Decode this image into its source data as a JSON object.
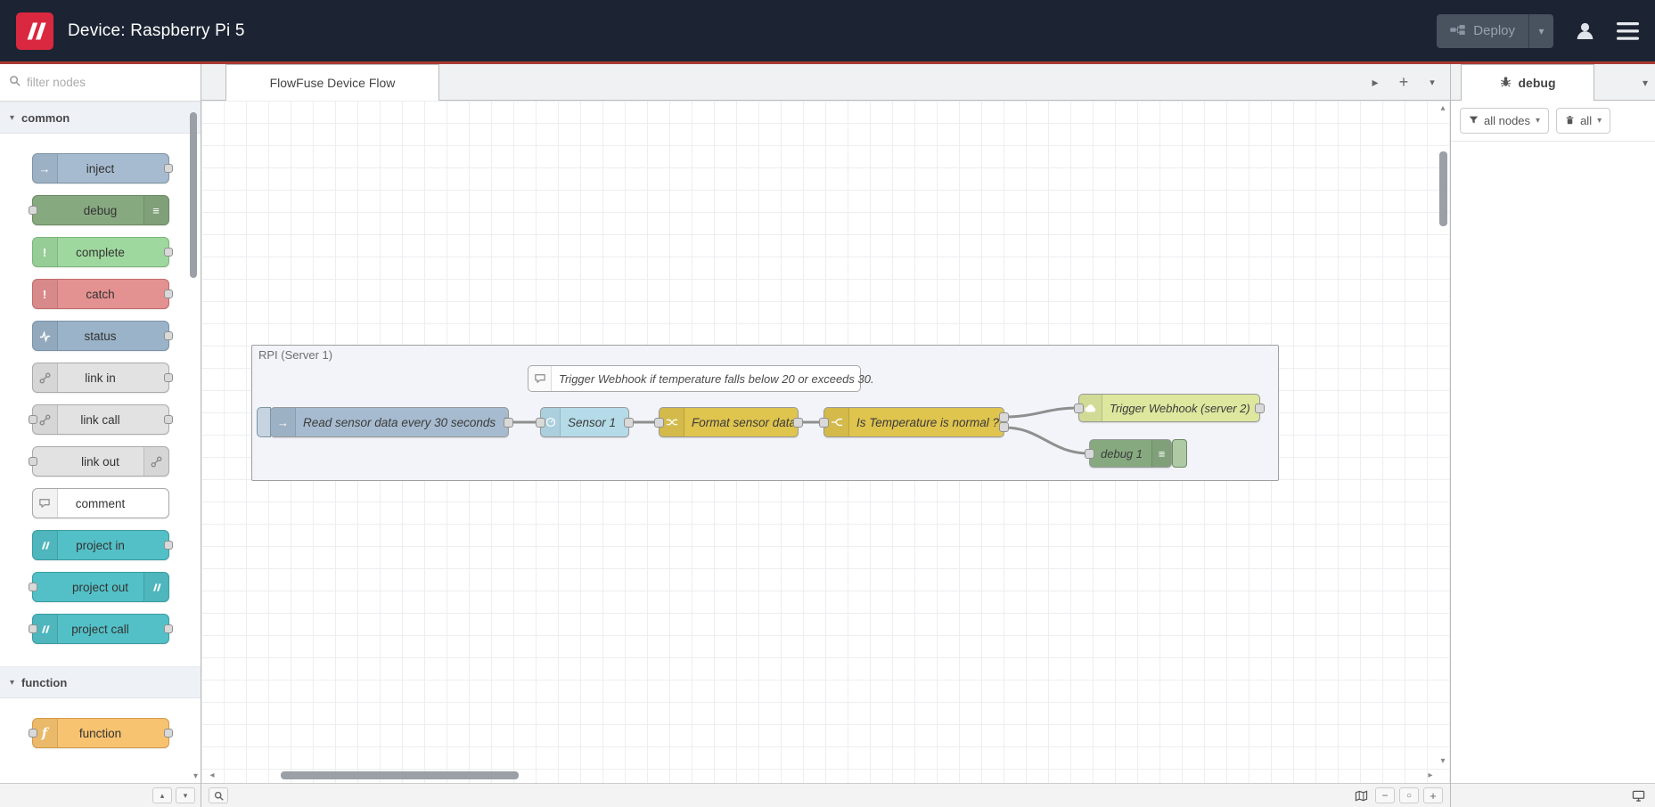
{
  "colors": {
    "header_bg": "#1c2433",
    "header_underline": "#a93a32",
    "brand_red": "#da2840",
    "deploy_bg": "#49525f",
    "deploy_text": "#99a1ad",
    "panel_bg": "#f3f3f3",
    "tab_active_bg": "#ffffff",
    "border": "#bbbbbb",
    "canvas_grid": "#eceef1",
    "group_fill": "#f2f4f9",
    "group_border": "#9f9f9f",
    "wire": "#8f8f8f",
    "port_fill": "#d9d9d9",
    "port_border": "#909090",
    "node_inject": "#a6bbcf",
    "node_inject_border": "#7f93a6",
    "node_debug": "#87a980",
    "node_debug_border": "#6b8a63",
    "node_complete": "#9fd89f",
    "node_complete_border": "#78b578",
    "node_catch": "#e49191",
    "node_catch_border": "#c16a6a",
    "node_status": "#9ab3c8",
    "node_status_border": "#7792a8",
    "node_link": "#e2e2e2",
    "node_link_border": "#aaaaaa",
    "node_project": "#53c0c7",
    "node_project_border": "#3a9ba1",
    "node_function": "#f7c370",
    "node_function_border": "#d49a4a",
    "node_change": "#dfc44e",
    "node_change_border": "#b39b33",
    "node_http": "#dde79e",
    "node_http_border": "#b8c273",
    "node_sensor": "#b5dbe8",
    "node_sensor_border": "#8cb6c6"
  },
  "icons": {
    "caret_down": "▾",
    "chevron_down": "▾",
    "tab_scroll_right": "▸",
    "add_flow": "+",
    "zoom_out": "−",
    "zoom_reset": "○",
    "zoom_in": "+",
    "scroll_up": "▴",
    "scroll_down": "▾",
    "scroll_left": "◂",
    "scroll_right": "▸",
    "palette_collapse": "▴",
    "palette_expand": "▾",
    "repeat": "↻",
    "exclamation": "!",
    "debug_bars": "≡",
    "inject_arrow": "→",
    "function_f": "f"
  },
  "header": {
    "title": "Device: Raspberry Pi 5",
    "deploy_label": "Deploy"
  },
  "palette": {
    "filter_placeholder": "filter nodes",
    "categories": {
      "common": "common",
      "function": "function"
    },
    "nodes": {
      "inject": "inject",
      "debug": "debug",
      "complete": "complete",
      "catch": "catch",
      "status": "status",
      "link_in": "link in",
      "link_call": "link call",
      "link_out": "link out",
      "comment": "comment",
      "project_in": "project in",
      "project_out": "project out",
      "project_call": "project call",
      "function": "function"
    }
  },
  "workspace": {
    "tab_label": "FlowFuse Device Flow",
    "group_label": "RPI (Server 1)",
    "comment_text": "Trigger Webhook if temperature falls below 20 or exceeds 30.",
    "nodes": {
      "inject_label": "Read sensor data every 30 seconds",
      "sensor_label": "Sensor 1",
      "format_label": "Format sensor data",
      "switch_label": "Is Temperature is normal ?",
      "webhook_label": "Trigger Webhook (server 2)",
      "debug_label": "debug 1"
    }
  },
  "debug_panel": {
    "tab_label": "debug",
    "filter_label": "all nodes",
    "clear_label": "all"
  }
}
